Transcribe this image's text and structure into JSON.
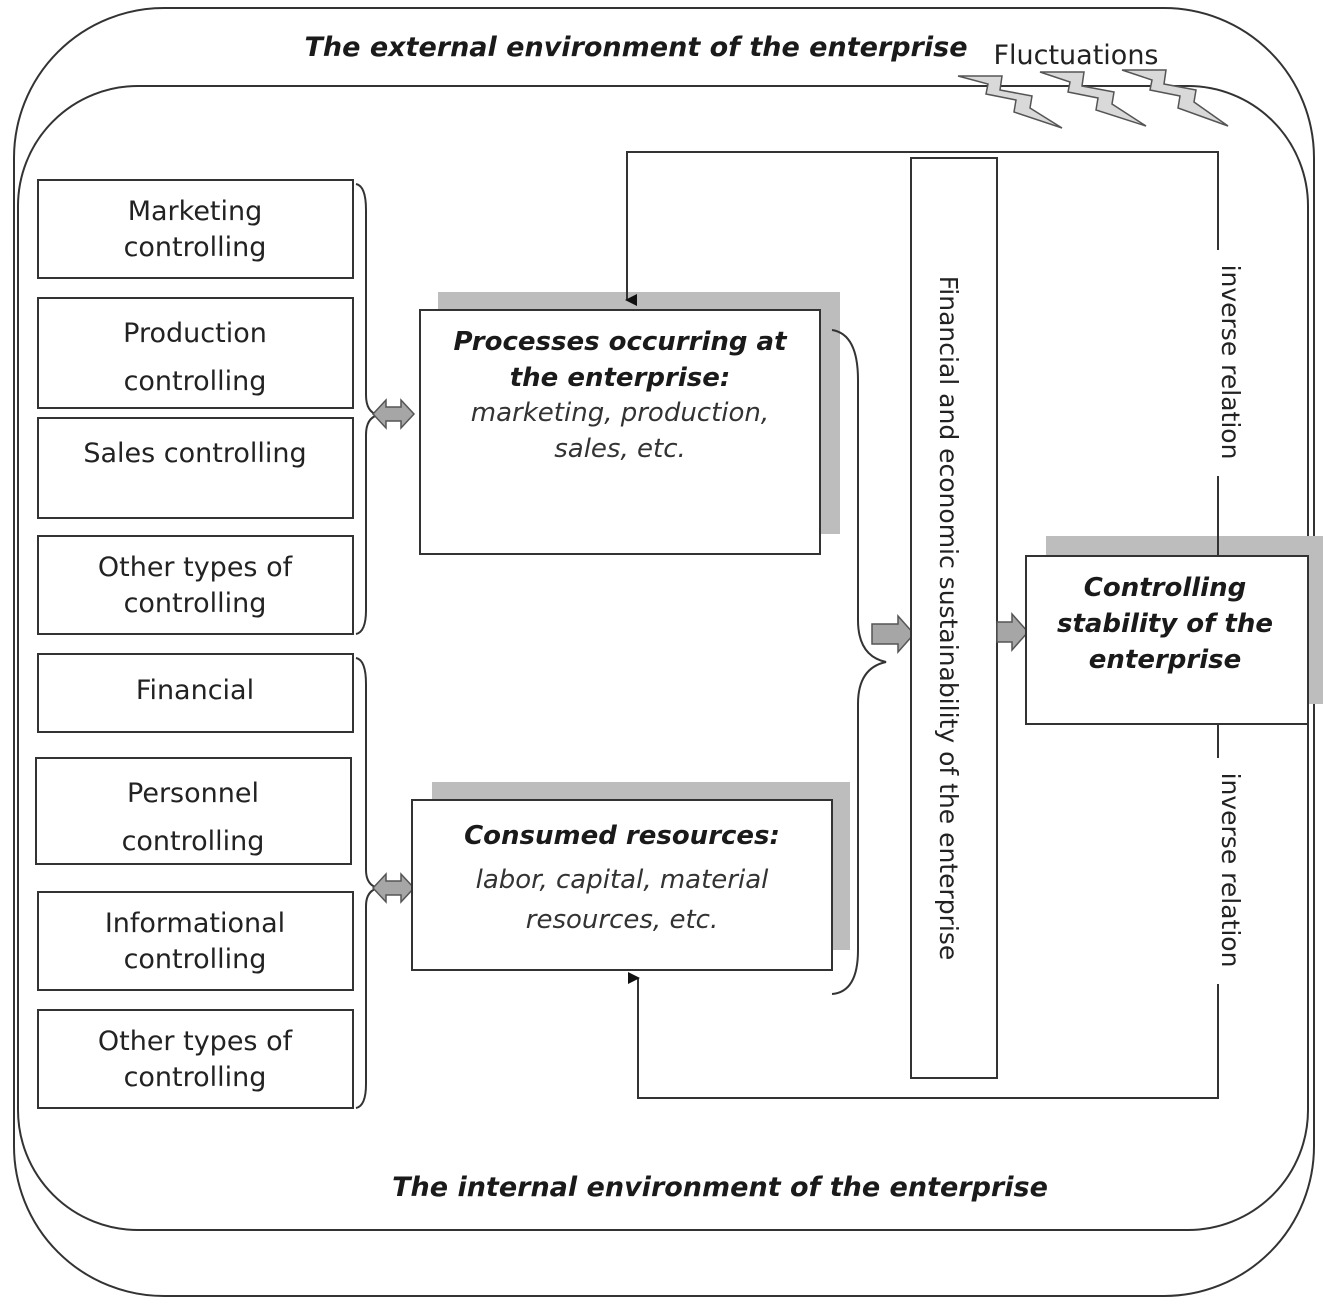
{
  "external_environment": {
    "title": "The external environment of the enterprise",
    "fluctuations_label": "Fluctuations"
  },
  "internal_environment": {
    "title": "The internal environment of the enterprise"
  },
  "controlling_boxes": [
    {
      "lines": [
        "Marketing",
        "controlling"
      ]
    },
    {
      "lines": [
        "Production",
        "controlling"
      ]
    },
    {
      "lines": [
        "Sales controlling"
      ]
    },
    {
      "lines": [
        "Other types of",
        "controlling"
      ]
    },
    {
      "lines": [
        "Financial"
      ]
    },
    {
      "lines": [
        "Personnel",
        "controlling"
      ]
    },
    {
      "lines": [
        "Informational",
        "controlling"
      ]
    },
    {
      "lines": [
        "Other types of",
        "controlling"
      ]
    }
  ],
  "processes_box": {
    "title_lines": [
      "Processes occurring  at",
      "the enterprise:"
    ],
    "body_lines": [
      "marketing,  production,",
      "sales, etc."
    ]
  },
  "resources_box": {
    "title_lines": [
      "Consumed resources:"
    ],
    "body_lines": [
      "labor, capital,  material",
      "resources, etc."
    ]
  },
  "sustainability_label": "Financial  and economic sustainability  of the enterprise",
  "stability_box": {
    "title_lines": [
      "Controlling",
      "stability of the",
      "enterprise"
    ]
  },
  "inverse_relation_top": "inverse relation",
  "inverse_relation_bottom": "inverse relation"
}
